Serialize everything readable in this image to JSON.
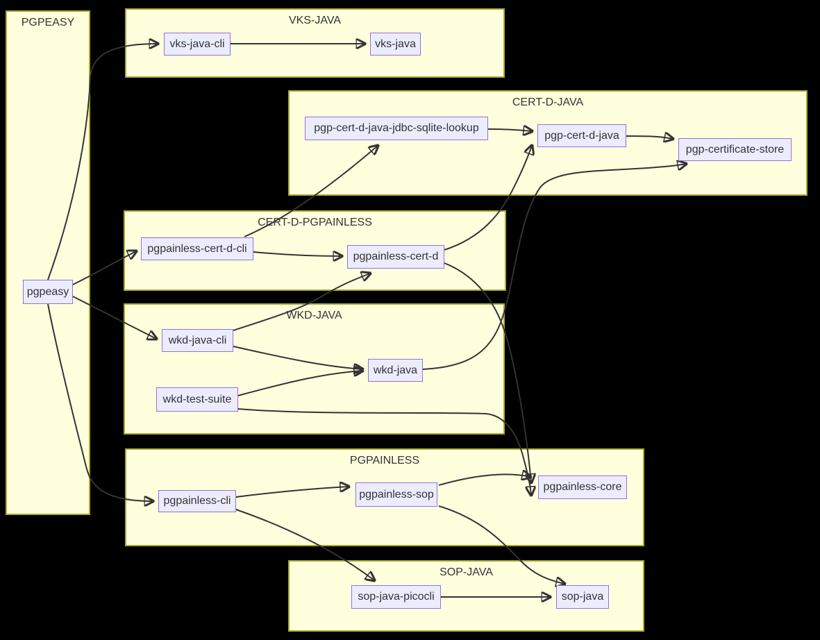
{
  "colors": {
    "background": "#000000",
    "cluster_fill": "#ffffde",
    "cluster_border": "#aaaa33",
    "node_fill": "#ececff",
    "node_border": "#9370db",
    "edge_color": "#333333",
    "text_color": "#333333"
  },
  "diagram": {
    "type": "flowchart",
    "clusters": {
      "pgpeasy": {
        "label": "PGPEASY",
        "nodes": [
          "pgpeasy"
        ]
      },
      "vks-java": {
        "label": "VKS-JAVA",
        "nodes": [
          "vks-java-cli",
          "vks-java"
        ]
      },
      "cert-d-java": {
        "label": "CERT-D-JAVA",
        "nodes": [
          "pgp-cert-d-java-jdbc-sqlite-lookup",
          "pgp-cert-d-java",
          "pgp-certificate-store"
        ]
      },
      "cert-d-pgpainless": {
        "label": "CERT-D-PGPAINLESS",
        "nodes": [
          "pgpainless-cert-d-cli",
          "pgpainless-cert-d"
        ]
      },
      "wkd-java": {
        "label": "WKD-JAVA",
        "nodes": [
          "wkd-java-cli",
          "wkd-java",
          "wkd-test-suite"
        ]
      },
      "pgpainless": {
        "label": "PGPAINLESS",
        "nodes": [
          "pgpainless-cli",
          "pgpainless-sop",
          "pgpainless-core"
        ]
      },
      "sop-java": {
        "label": "SOP-JAVA",
        "nodes": [
          "sop-java-picocli",
          "sop-java"
        ]
      }
    },
    "nodes": {
      "pgpeasy": {
        "label": "pgpeasy"
      },
      "vks-java-cli": {
        "label": "vks-java-cli"
      },
      "vks-java": {
        "label": "vks-java"
      },
      "pgp-cert-d-java-jdbc-sqlite-lookup": {
        "label": "pgp-cert-d-java-jdbc-sqlite-lookup"
      },
      "pgp-cert-d-java": {
        "label": "pgp-cert-d-java"
      },
      "pgp-certificate-store": {
        "label": "pgp-certificate-store"
      },
      "pgpainless-cert-d-cli": {
        "label": "pgpainless-cert-d-cli"
      },
      "pgpainless-cert-d": {
        "label": "pgpainless-cert-d"
      },
      "wkd-java-cli": {
        "label": "wkd-java-cli"
      },
      "wkd-java": {
        "label": "wkd-java"
      },
      "wkd-test-suite": {
        "label": "wkd-test-suite"
      },
      "pgpainless-cli": {
        "label": "pgpainless-cli"
      },
      "pgpainless-sop": {
        "label": "pgpainless-sop"
      },
      "pgpainless-core": {
        "label": "pgpainless-core"
      },
      "sop-java-picocli": {
        "label": "sop-java-picocli"
      },
      "sop-java": {
        "label": "sop-java"
      }
    },
    "edges": [
      {
        "from": "pgpeasy",
        "to": "vks-java-cli"
      },
      {
        "from": "pgpeasy",
        "to": "pgpainless-cert-d-cli"
      },
      {
        "from": "pgpeasy",
        "to": "wkd-java-cli"
      },
      {
        "from": "pgpeasy",
        "to": "pgpainless-cli"
      },
      {
        "from": "vks-java-cli",
        "to": "vks-java"
      },
      {
        "from": "pgp-cert-d-java-jdbc-sqlite-lookup",
        "to": "pgp-cert-d-java"
      },
      {
        "from": "pgp-cert-d-java",
        "to": "pgp-certificate-store"
      },
      {
        "from": "pgpainless-cert-d-cli",
        "to": "pgp-cert-d-java-jdbc-sqlite-lookup"
      },
      {
        "from": "pgpainless-cert-d-cli",
        "to": "pgpainless-cert-d"
      },
      {
        "from": "pgpainless-cert-d",
        "to": "pgp-cert-d-java"
      },
      {
        "from": "pgpainless-cert-d",
        "to": "pgpainless-core"
      },
      {
        "from": "wkd-java-cli",
        "to": "wkd-java"
      },
      {
        "from": "wkd-java-cli",
        "to": "pgpainless-cert-d"
      },
      {
        "from": "wkd-java",
        "to": "pgp-certificate-store"
      },
      {
        "from": "wkd-test-suite",
        "to": "wkd-java"
      },
      {
        "from": "wkd-test-suite",
        "to": "pgpainless-core"
      },
      {
        "from": "pgpainless-cli",
        "to": "pgpainless-sop"
      },
      {
        "from": "pgpainless-cli",
        "to": "sop-java-picocli"
      },
      {
        "from": "pgpainless-sop",
        "to": "pgpainless-core"
      },
      {
        "from": "pgpainless-sop",
        "to": "sop-java"
      },
      {
        "from": "sop-java-picocli",
        "to": "sop-java"
      }
    ]
  }
}
